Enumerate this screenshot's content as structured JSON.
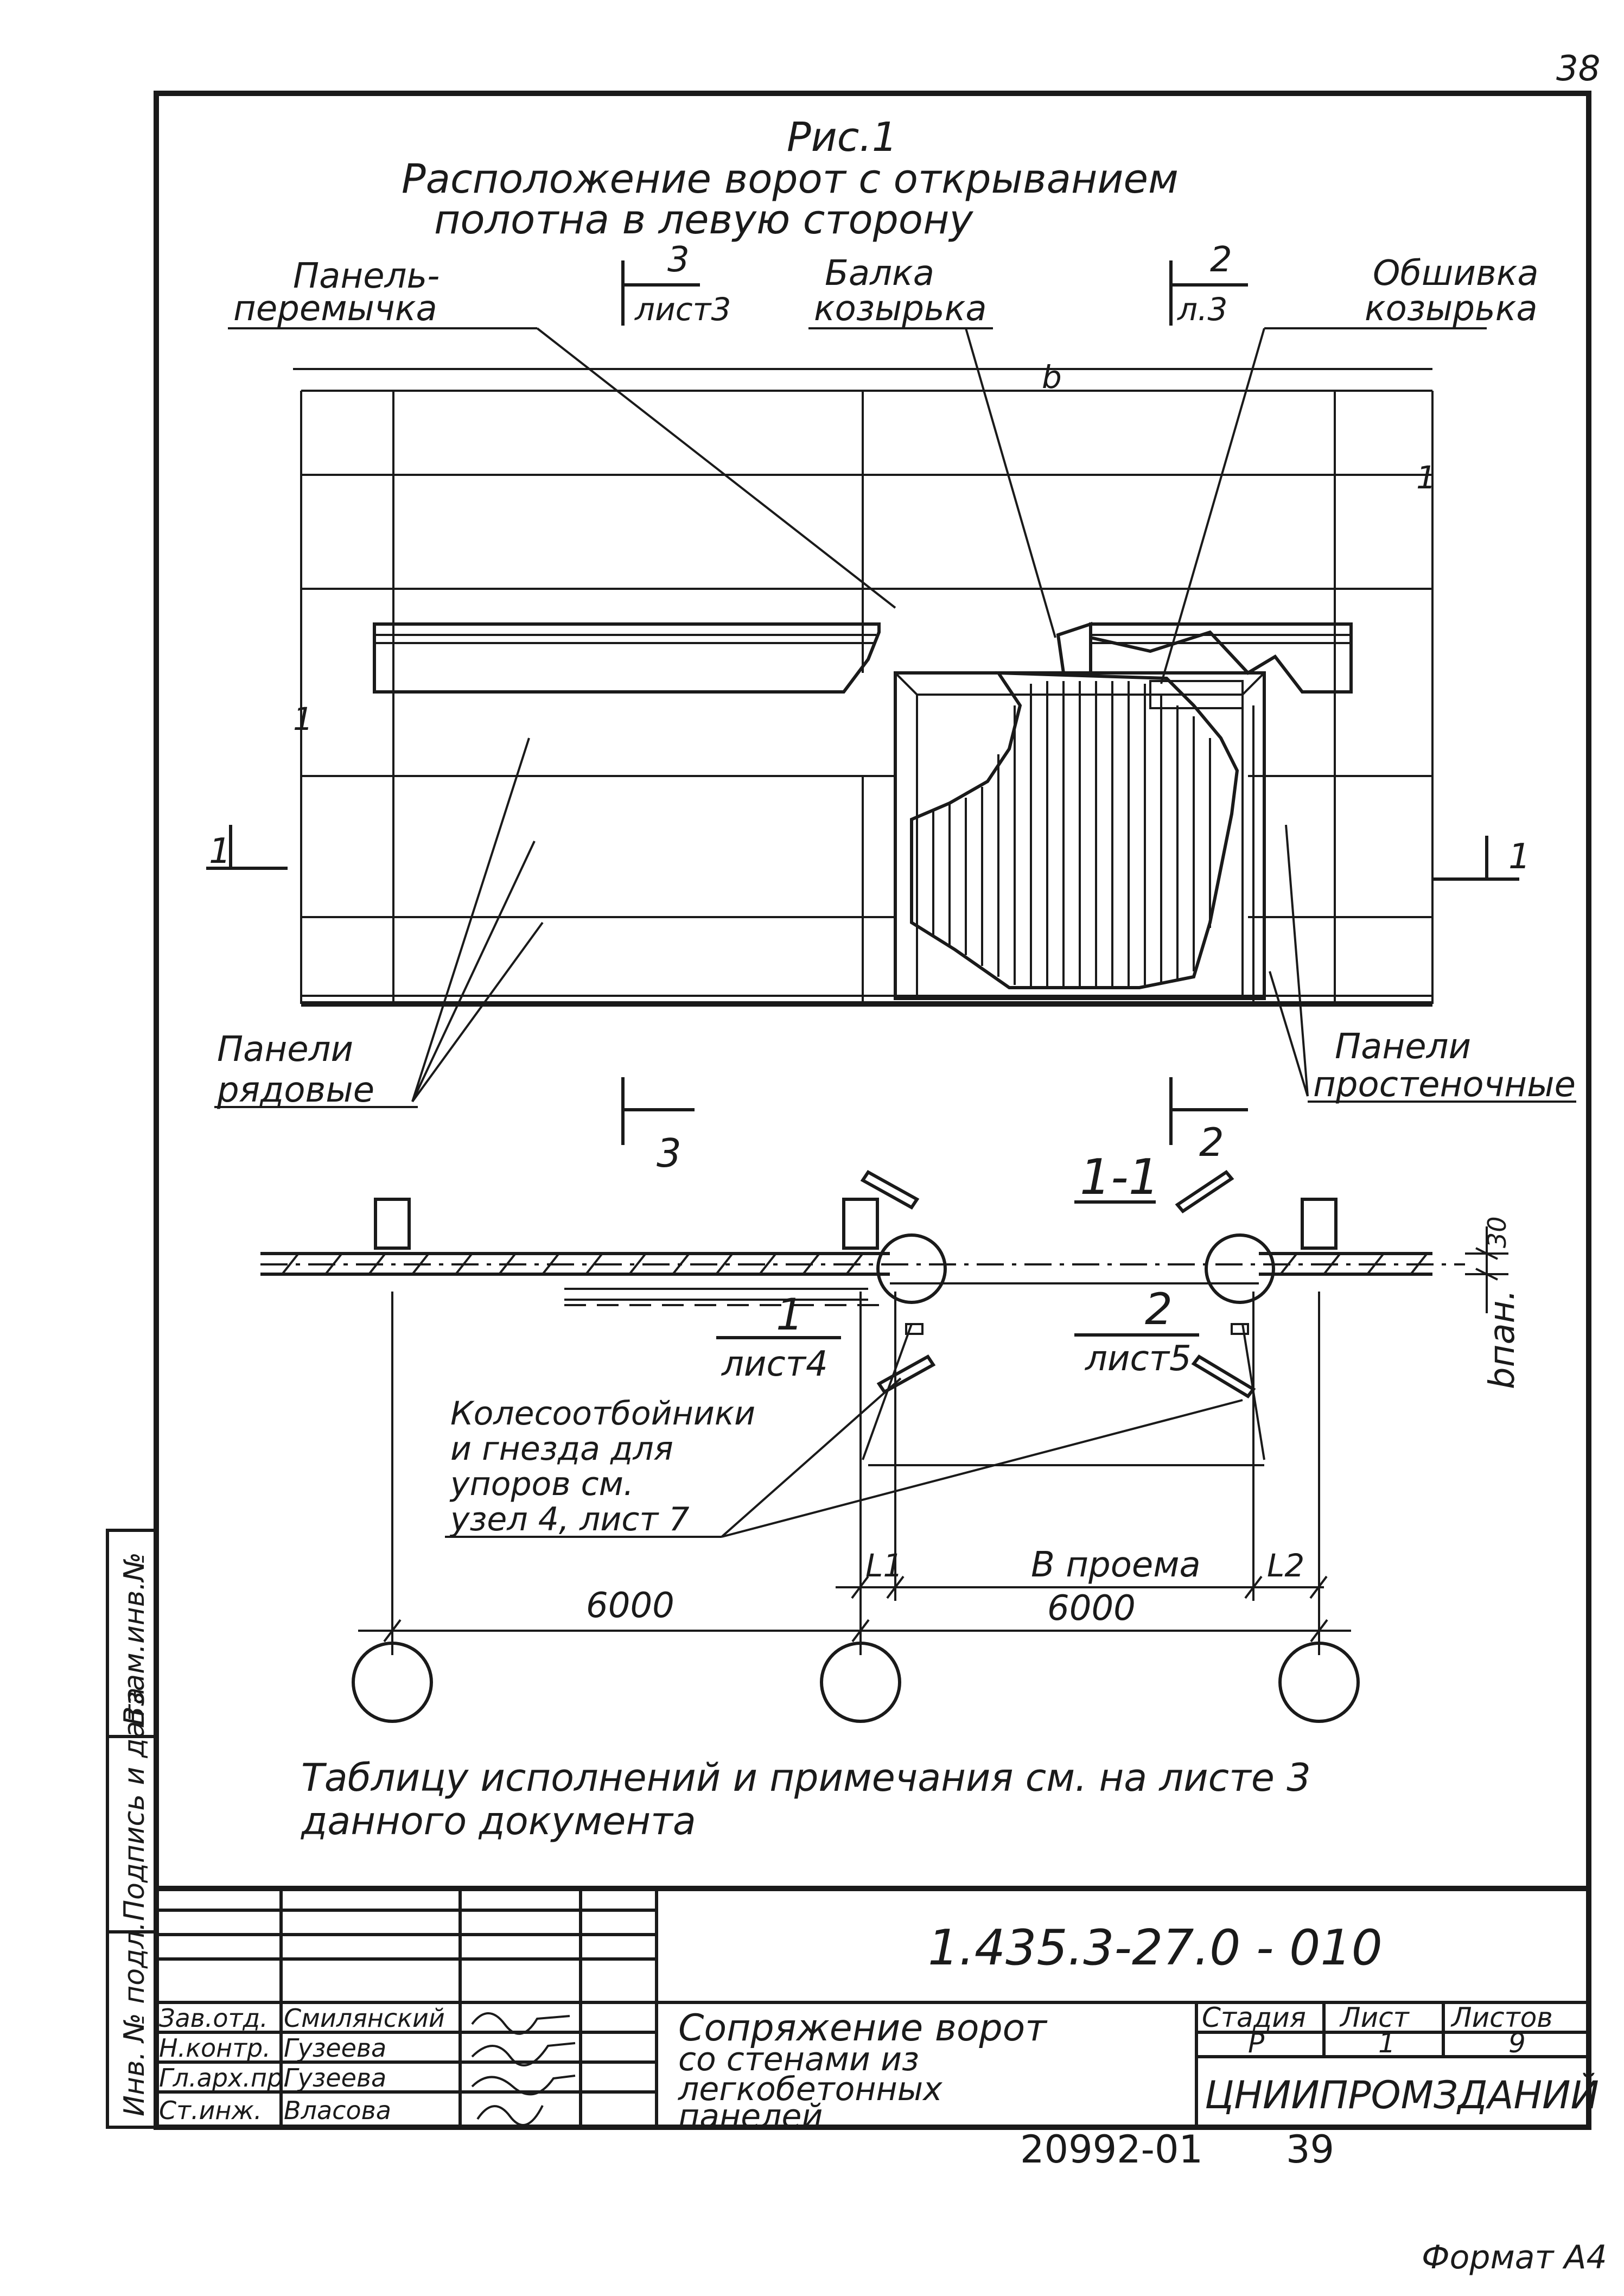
{
  "page_number": "38",
  "title": {
    "figure": "Рис.1",
    "line1": "Расположение ворот  с открыванием",
    "line2": "полотна  в  левую  сторону"
  },
  "labels": {
    "panel_lintel_1": "Панель-",
    "panel_lintel_2": "перемычка",
    "beam_1": "Балка",
    "beam_2": "козырька",
    "cladding_1": "Обшивка",
    "cladding_2": "козырька",
    "row_panels_1": "Панели",
    "row_panels_2": "рядовые",
    "pier_panels_1": "Панели",
    "pier_panels_2": "простеночные",
    "wheel_note_1": "Колесоотбойники",
    "wheel_note_2": "и гнезда для",
    "wheel_note_3": "упоров  см.",
    "wheel_note_4": "узел 4, лист 7"
  },
  "section_marks": {
    "sec3_top_num": "3",
    "sec3_top_sheet": "лист3",
    "sec2_top_num": "2",
    "sec2_top_sheet": "л.3",
    "sec1_left": "1",
    "sec1_right": "1",
    "sec3_bottom": "3",
    "sec2_bottom": "2",
    "marker_b": "b",
    "marker_1_right": "1",
    "marker_1_left": "1",
    "section_title": "1-1"
  },
  "nodes": {
    "node1_num": "1",
    "node1_sheet": "лист4",
    "node2_num": "2",
    "node2_sheet": "лист5"
  },
  "dimensions": {
    "thickness": "30",
    "b_panel": "bпан.",
    "l1": "L1",
    "l2": "L2",
    "opening": "B проема",
    "span_left": "6000",
    "span_right": "6000"
  },
  "note": {
    "line1": "Таблицу  исполнений   и примечания  см.  на листе 3",
    "line2": "данного  документа"
  },
  "side_stamp": {
    "col1": "Инв. № подл.",
    "col2": "Подпись и дата",
    "col3": "Взам.инв.№"
  },
  "title_block": {
    "doc_code": "1.435.3-27.0 - 010",
    "description": [
      "Сопряжение  ворот",
      "со  стенами  из",
      "легкобетонных",
      "панелей"
    ],
    "stage_header": "Стадия",
    "sheet_header": "Лист",
    "sheets_header": "Листов",
    "stage": "Р",
    "sheet": "1",
    "sheets": "9",
    "organization": "ЦНИИПРОМЗДАНИЙ",
    "roles": [
      {
        "role": "Зав.отд.",
        "name": "Смилянский"
      },
      {
        "role": "Н.контр.",
        "name": "Гузеева"
      },
      {
        "role": "Гл.арх.пр.",
        "name": "Гузеева"
      },
      {
        "role": "Ст.инж.",
        "name": "Власова"
      }
    ]
  },
  "footer": {
    "archive_number": "20992-01",
    "page": "39",
    "format": "Формат А4"
  }
}
